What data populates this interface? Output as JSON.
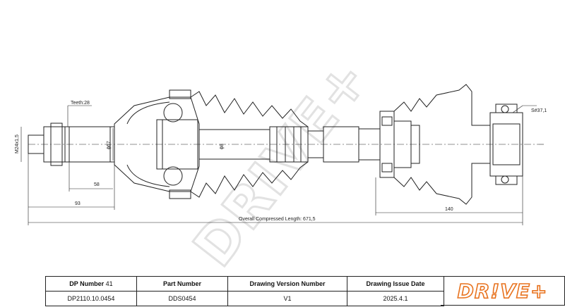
{
  "drawing": {
    "teeth_label": "Teeth:28",
    "thread_label": "M24x1,5",
    "dia_outer_label": "ϕ67",
    "dia_shaft_label": "ϕ8",
    "dim_58": "58",
    "dim_93": "93",
    "dim_140": "140",
    "spline_label": "S#37,1",
    "overall_length_label": "Overall  Compressed  Length: 671,5",
    "watermark": "DRIVE+"
  },
  "title_block": {
    "headers": {
      "dp_number": "DP Number",
      "dp_number_value": "41",
      "part_number": "Part Number",
      "drawing_version": "Drawing Version Number",
      "issue_date": "Drawing Issue Date"
    },
    "values": {
      "dp_number": "DP2110.10.0454",
      "part_number": "DDS0454",
      "drawing_version": "V1",
      "issue_date": "2025.4.1"
    },
    "logo": "DR!VE+",
    "logo_color": "#e8731f"
  }
}
